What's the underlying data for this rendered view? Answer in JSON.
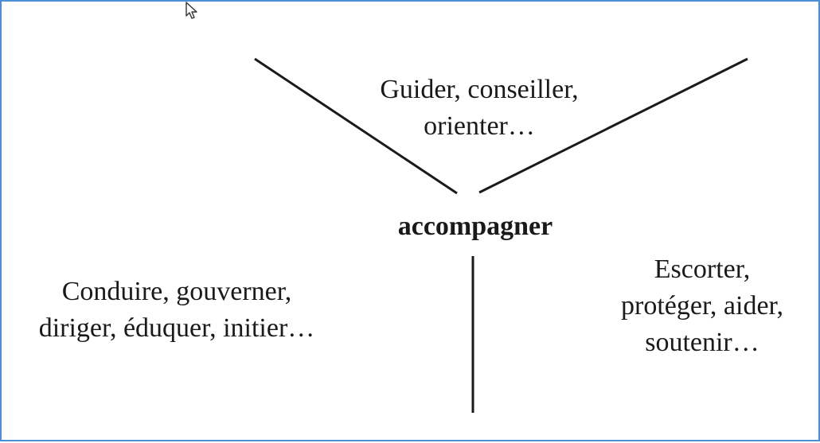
{
  "diagram": {
    "center": "accompagner",
    "top": [
      "Guider, conseiller,",
      "orienter…"
    ],
    "left": [
      "Conduire, gouverner,",
      "diriger, éduquer, initier…"
    ],
    "right": [
      "Escorter,",
      "protéger, aider,",
      "soutenir…"
    ]
  },
  "colors": {
    "frame_border": "#4a90d9",
    "line": "#1a1a1a",
    "text": "#1a1a1a"
  },
  "icons": {
    "pointer": "mouse-pointer-icon"
  }
}
